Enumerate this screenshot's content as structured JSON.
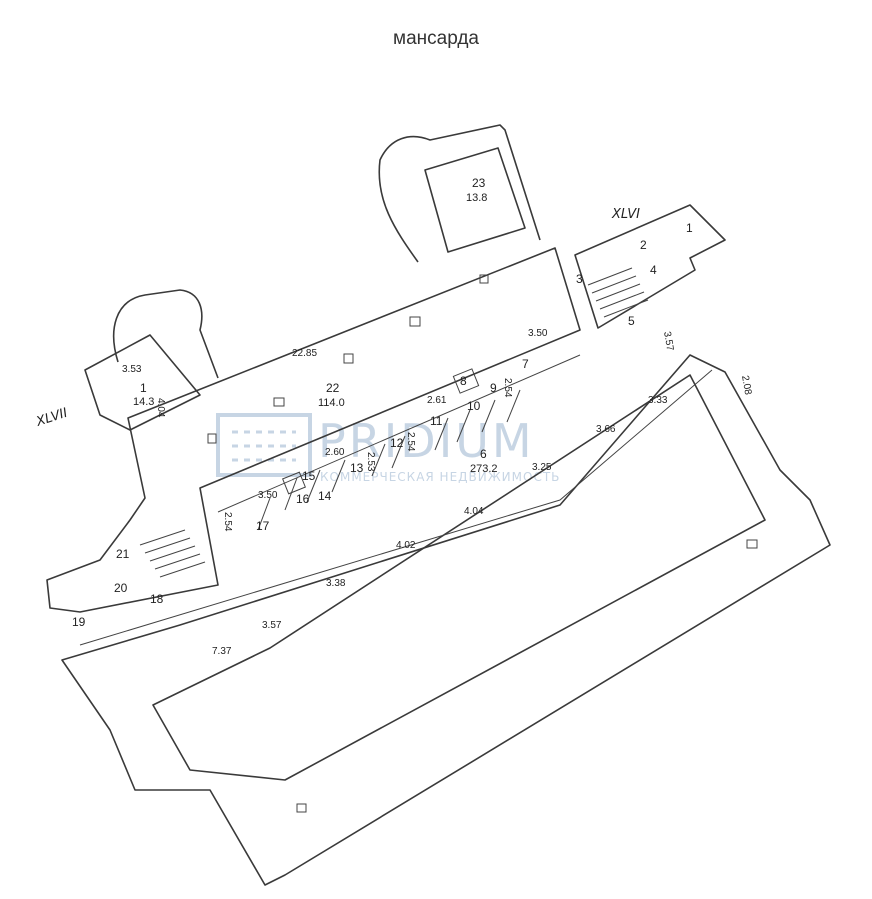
{
  "title": "мансарда",
  "axes": [
    "XLVI",
    "XLVII"
  ],
  "watermark": {
    "name": "PRIDIUM",
    "tagline": "КОММЕРЧЕСКАЯ НЕДВИЖИМОСТЬ"
  },
  "rooms": [
    {
      "id": "1",
      "area": "14.3"
    },
    {
      "id": "2"
    },
    {
      "id": "3"
    },
    {
      "id": "4"
    },
    {
      "id": "5"
    },
    {
      "id": "6",
      "area": "273.2"
    },
    {
      "id": "7"
    },
    {
      "id": "8"
    },
    {
      "id": "9"
    },
    {
      "id": "10"
    },
    {
      "id": "11"
    },
    {
      "id": "12"
    },
    {
      "id": "13"
    },
    {
      "id": "14"
    },
    {
      "id": "15"
    },
    {
      "id": "16"
    },
    {
      "id": "17"
    },
    {
      "id": "18"
    },
    {
      "id": "19"
    },
    {
      "id": "20"
    },
    {
      "id": "21"
    },
    {
      "id": "22",
      "area": "114.0"
    },
    {
      "id": "23",
      "area": "13.8"
    },
    {
      "id": "1b"
    }
  ],
  "dimensions": [
    "22.85",
    "3.53",
    "4.04",
    "3.50",
    "2.54",
    "2.61",
    "2.54",
    "2.60",
    "2.53",
    "3.50",
    "2.54",
    "3.33",
    "3.66",
    "3.25",
    "4.04",
    "4.02",
    "3.38",
    "3.57",
    "7.37",
    "3.57",
    "2.08"
  ]
}
